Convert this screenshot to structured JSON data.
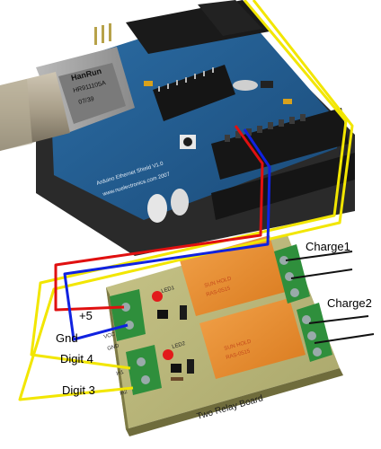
{
  "labels": {
    "plus5": "+5",
    "gnd": "Gnd",
    "digit4": "Digit 4",
    "digit3": "Digit 3",
    "charge1": "Charge1",
    "charge2": "Charge2"
  },
  "ethernet_shield": {
    "silkscreen": "Arduino Ethernet Shield V1.0",
    "url": "www.nuelectronics.com 2007",
    "jack_brand": "HanRun",
    "jack_model": "HR911105A",
    "jack_code": "07/39"
  },
  "relay_board": {
    "title": "Two Relay Board",
    "relay_brand": "SUN HOLD",
    "relay_model": "RAS-0515",
    "pins_in": [
      "VCC",
      "GND",
      "In1",
      "In2"
    ],
    "leds": [
      "LED1",
      "LED2"
    ]
  },
  "wire_colors": {
    "red": "#e01010",
    "blue": "#1022e0",
    "yellow": "#f2e600",
    "black": "#111111"
  }
}
